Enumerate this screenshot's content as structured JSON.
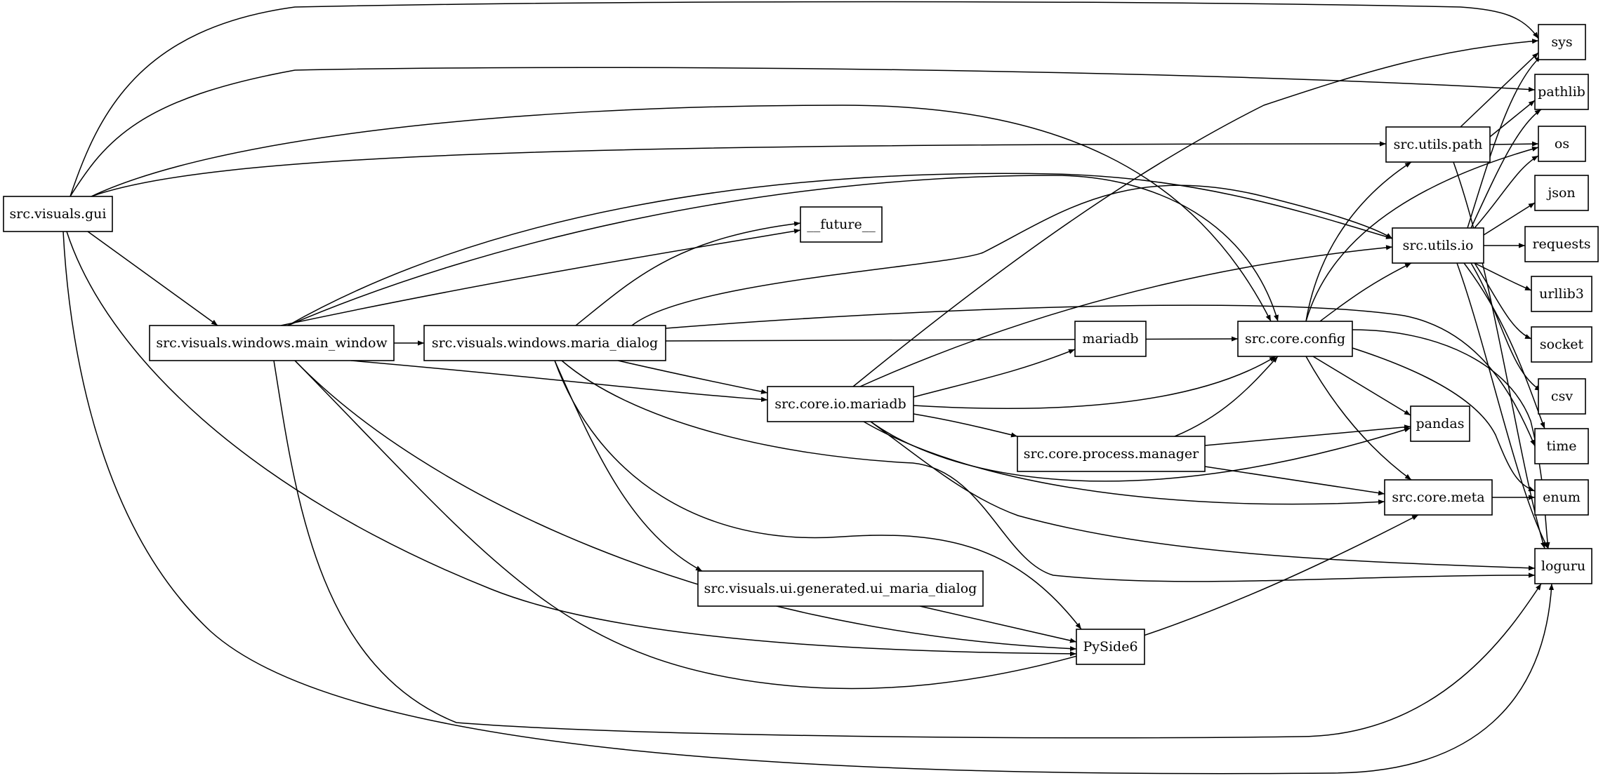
{
  "diagram": {
    "type": "module-dependency-graph",
    "nodes": [
      {
        "id": "gui",
        "label": "src.visuals.gui"
      },
      {
        "id": "main_window",
        "label": "src.visuals.windows.main_window"
      },
      {
        "id": "maria_dialog",
        "label": "src.visuals.windows.maria_dialog"
      },
      {
        "id": "future",
        "label": "__future__"
      },
      {
        "id": "core_io_mariadb",
        "label": "src.core.io.mariadb"
      },
      {
        "id": "mariadb",
        "label": "mariadb"
      },
      {
        "id": "process_manager",
        "label": "src.core.process.manager"
      },
      {
        "id": "ui_maria_dialog",
        "label": "src.visuals.ui.generated.ui_maria_dialog"
      },
      {
        "id": "pyside6",
        "label": "PySide6"
      },
      {
        "id": "config",
        "label": "src.core.config"
      },
      {
        "id": "utils_path",
        "label": "src.utils.path"
      },
      {
        "id": "utils_io",
        "label": "src.utils.io"
      },
      {
        "id": "pandas",
        "label": "pandas"
      },
      {
        "id": "meta",
        "label": "src.core.meta"
      },
      {
        "id": "sys",
        "label": "sys"
      },
      {
        "id": "pathlib",
        "label": "pathlib"
      },
      {
        "id": "os",
        "label": "os"
      },
      {
        "id": "json",
        "label": "json"
      },
      {
        "id": "requests",
        "label": "requests"
      },
      {
        "id": "urllib3",
        "label": "urllib3"
      },
      {
        "id": "socket",
        "label": "socket"
      },
      {
        "id": "csv",
        "label": "csv"
      },
      {
        "id": "time",
        "label": "time"
      },
      {
        "id": "enum",
        "label": "enum"
      },
      {
        "id": "loguru",
        "label": "loguru"
      }
    ],
    "edges": [
      [
        "gui",
        "sys"
      ],
      [
        "gui",
        "pathlib"
      ],
      [
        "gui",
        "config"
      ],
      [
        "gui",
        "utils_path"
      ],
      [
        "gui",
        "main_window"
      ],
      [
        "gui",
        "pyside6"
      ],
      [
        "gui",
        "loguru"
      ],
      [
        "main_window",
        "maria_dialog"
      ],
      [
        "main_window",
        "future"
      ],
      [
        "main_window",
        "utils_io"
      ],
      [
        "main_window",
        "config"
      ],
      [
        "main_window",
        "core_io_mariadb"
      ],
      [
        "main_window",
        "pyside6"
      ],
      [
        "main_window",
        "meta"
      ],
      [
        "main_window",
        "loguru"
      ],
      [
        "maria_dialog",
        "future"
      ],
      [
        "maria_dialog",
        "utils_io"
      ],
      [
        "maria_dialog",
        "time"
      ],
      [
        "maria_dialog",
        "config"
      ],
      [
        "maria_dialog",
        "core_io_mariadb"
      ],
      [
        "maria_dialog",
        "ui_maria_dialog"
      ],
      [
        "maria_dialog",
        "pyside6"
      ],
      [
        "maria_dialog",
        "loguru"
      ],
      [
        "core_io_mariadb",
        "sys"
      ],
      [
        "core_io_mariadb",
        "utils_io"
      ],
      [
        "core_io_mariadb",
        "mariadb"
      ],
      [
        "core_io_mariadb",
        "config"
      ],
      [
        "core_io_mariadb",
        "process_manager"
      ],
      [
        "core_io_mariadb",
        "pandas"
      ],
      [
        "core_io_mariadb",
        "meta"
      ],
      [
        "core_io_mariadb",
        "loguru"
      ],
      [
        "process_manager",
        "config"
      ],
      [
        "process_manager",
        "pandas"
      ],
      [
        "process_manager",
        "meta"
      ],
      [
        "ui_maria_dialog",
        "pyside6"
      ],
      [
        "config",
        "utils_path"
      ],
      [
        "config",
        "os"
      ],
      [
        "config",
        "utils_io"
      ],
      [
        "config",
        "pandas"
      ],
      [
        "config",
        "meta"
      ],
      [
        "config",
        "enum"
      ],
      [
        "config",
        "loguru"
      ],
      [
        "utils_path",
        "sys"
      ],
      [
        "utils_path",
        "pathlib"
      ],
      [
        "utils_path",
        "os"
      ],
      [
        "utils_path",
        "loguru"
      ],
      [
        "utils_io",
        "sys"
      ],
      [
        "utils_io",
        "pathlib"
      ],
      [
        "utils_io",
        "os"
      ],
      [
        "utils_io",
        "json"
      ],
      [
        "utils_io",
        "requests"
      ],
      [
        "utils_io",
        "urllib3"
      ],
      [
        "utils_io",
        "socket"
      ],
      [
        "utils_io",
        "csv"
      ],
      [
        "utils_io",
        "time"
      ],
      [
        "utils_io",
        "loguru"
      ],
      [
        "meta",
        "enum"
      ]
    ]
  }
}
